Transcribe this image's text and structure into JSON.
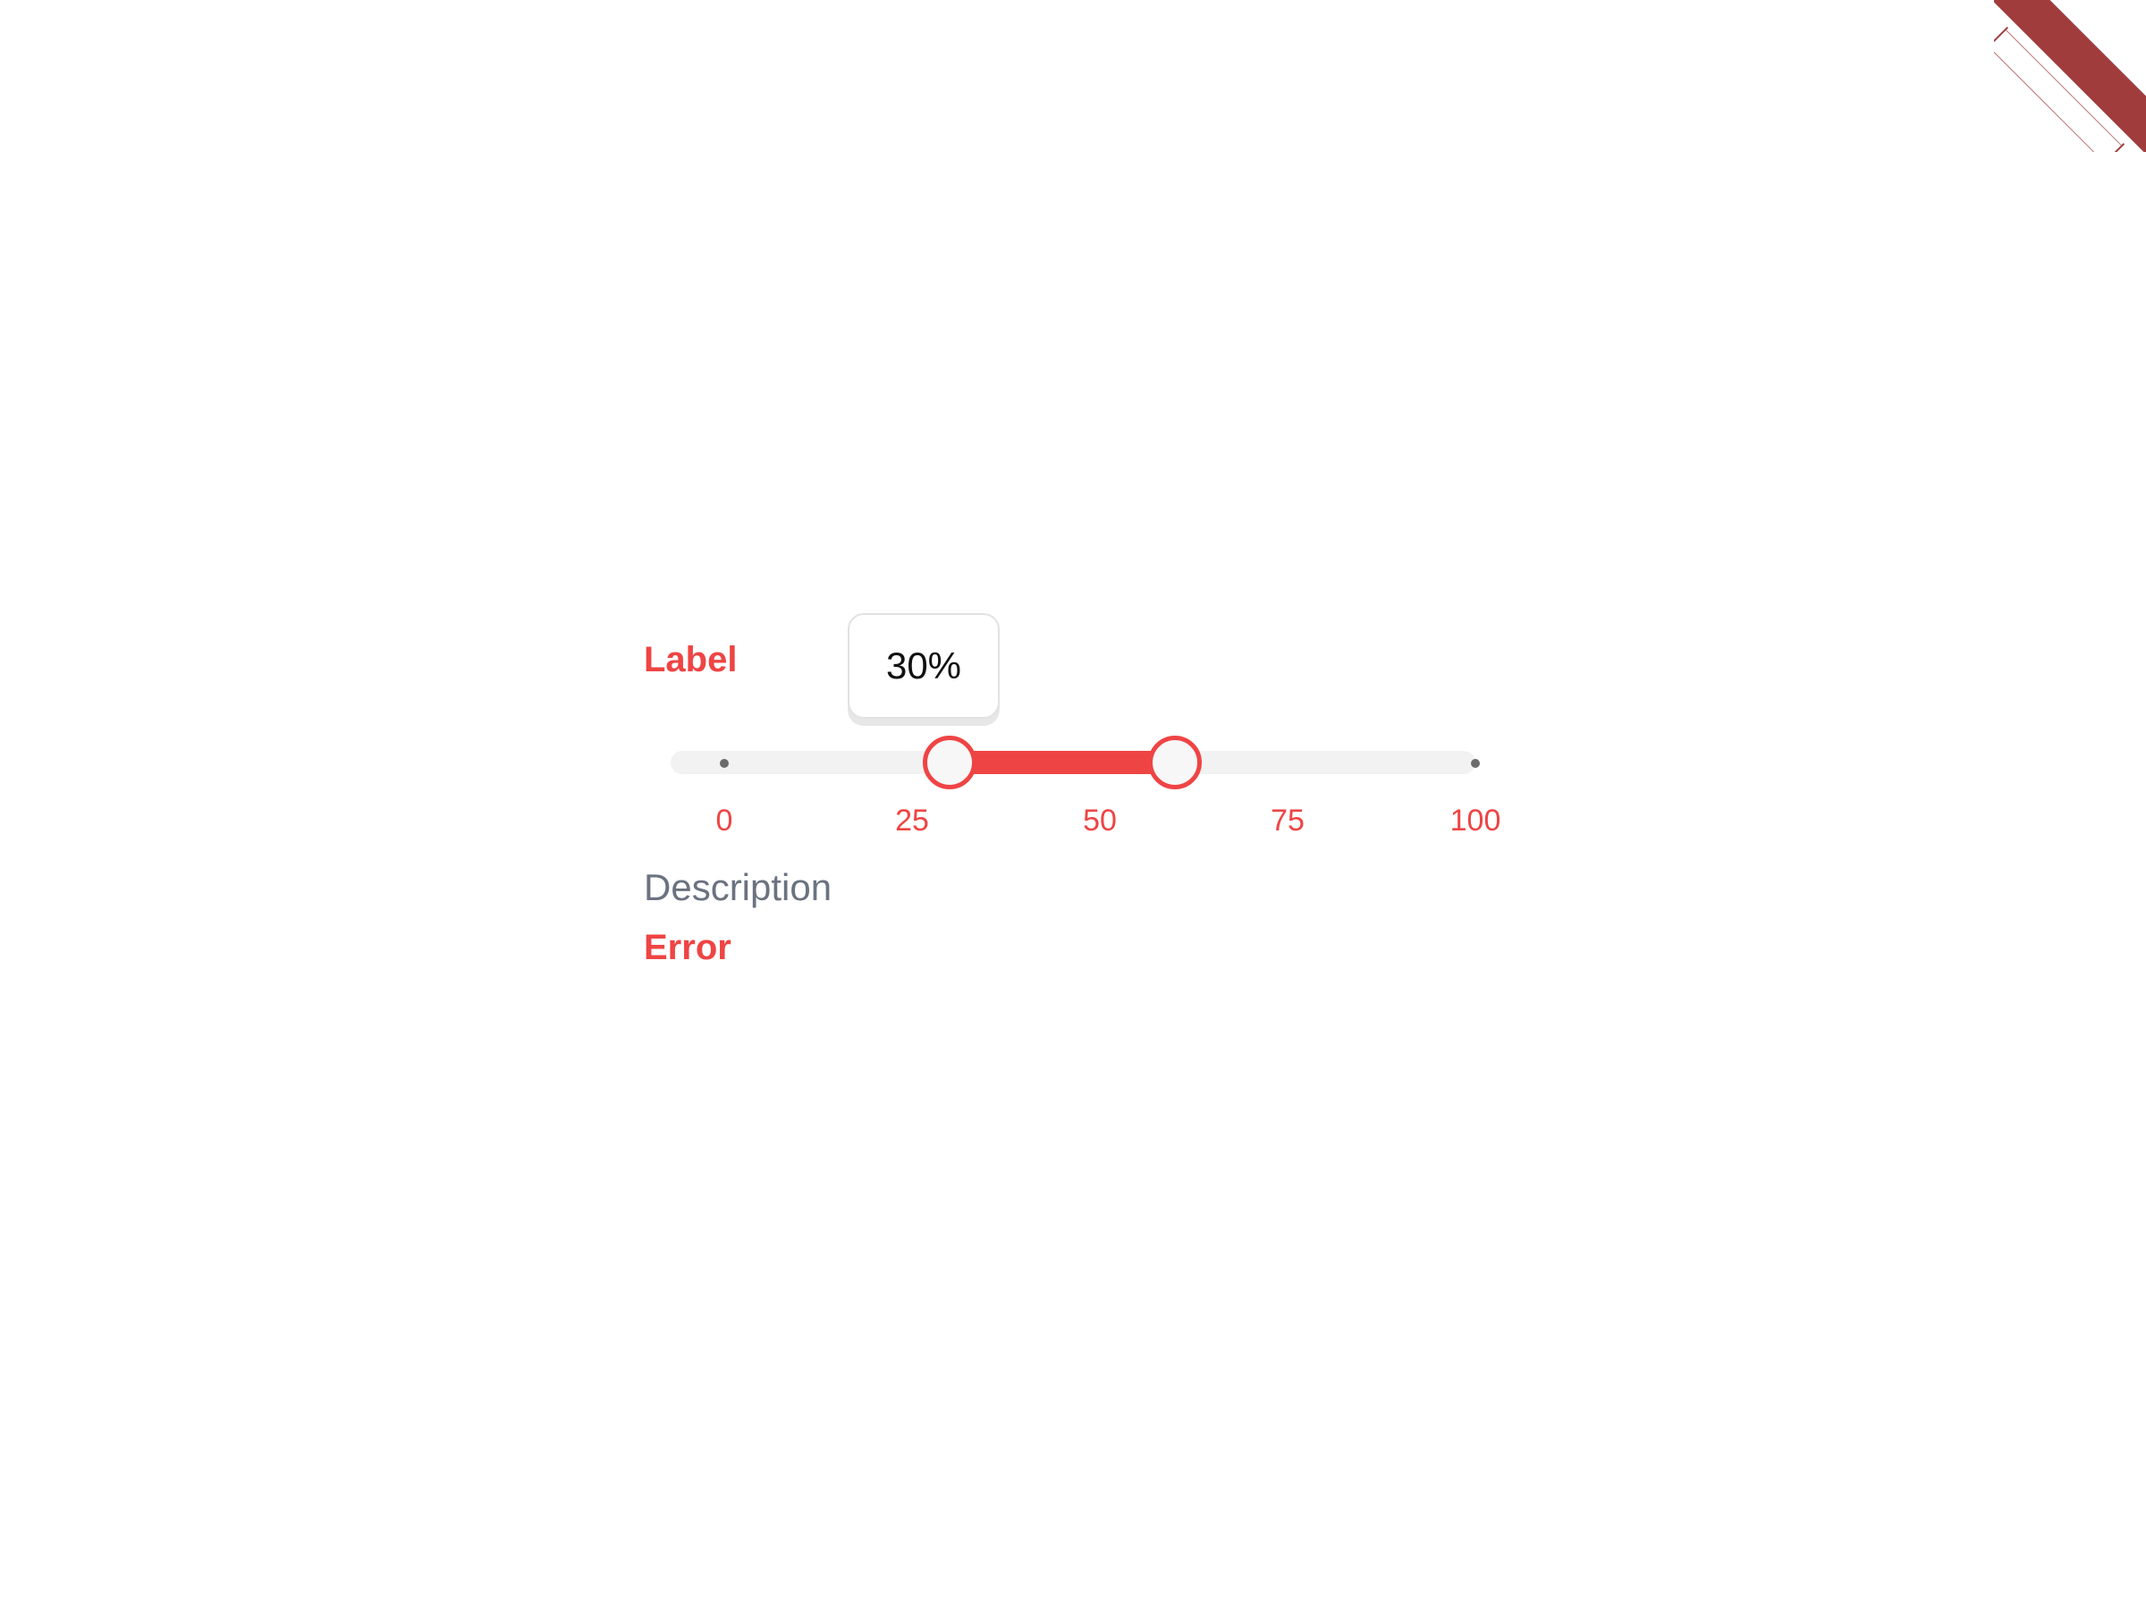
{
  "colors": {
    "accent": "#ef4444",
    "track": "#f2f2f2",
    "text": "#111111",
    "description": "#6b7280",
    "ribbon": "#a03c3c"
  },
  "field": {
    "label": "Label",
    "description": "Description",
    "error": "Error"
  },
  "slider": {
    "min": 0,
    "max": 100,
    "range_start": 30,
    "range_end": 60,
    "tooltip": "30%",
    "ticks": [
      {
        "value": 0,
        "label": "0"
      },
      {
        "value": 25,
        "label": "25"
      },
      {
        "value": 50,
        "label": "50"
      },
      {
        "value": 75,
        "label": "75"
      },
      {
        "value": 100,
        "label": "100"
      }
    ]
  },
  "corner_ribbon": {
    "icon": "corner-ribbon-icon"
  }
}
